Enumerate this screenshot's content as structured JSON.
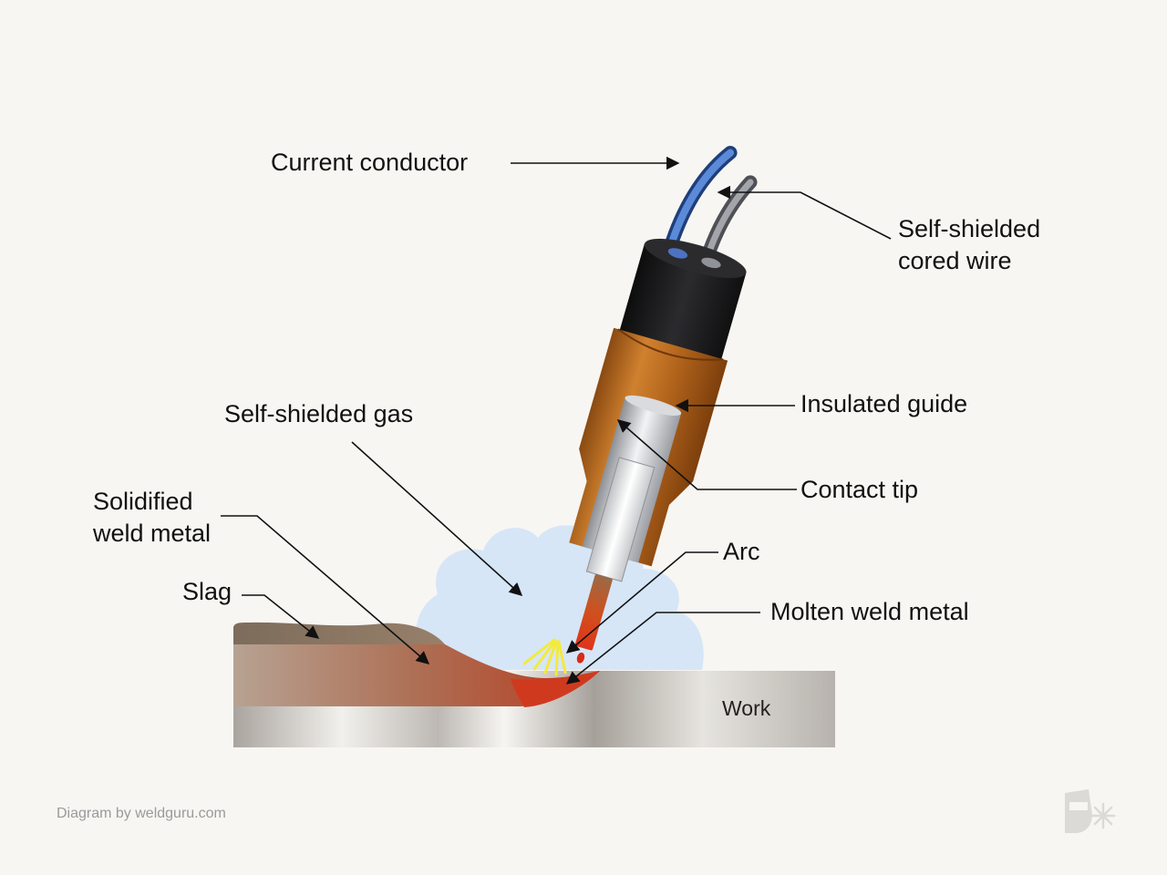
{
  "labels": {
    "current_conductor": "Current conductor",
    "cored_wire_line1": "Self-shielded",
    "cored_wire_line2": "cored wire",
    "insulated_guide": "Insulated guide",
    "self_shielded_gas": "Self-shielded gas",
    "contact_tip": "Contact tip",
    "solidified_line1": "Solidified",
    "solidified_line2": "weld metal",
    "arc": "Arc",
    "slag": "Slag",
    "molten_weld_metal": "Molten weld metal",
    "work": "Work"
  },
  "footer": {
    "credit": "Diagram by weldguru.com"
  },
  "icons": {
    "logo": "welding-helmet-logo-icon"
  },
  "colors": {
    "background": "#f7f6f2",
    "blue_conductor": "#3f6fc4",
    "grey_wire": "#7d7f86",
    "cable_jacket": "#1b1b1d",
    "insulated_guide": "#b8691f",
    "gas_cloud": "#d6e6f7",
    "slag": "#8c7a66",
    "weld_metal": "#c1402a",
    "work_metal": "#c9c6c1"
  }
}
